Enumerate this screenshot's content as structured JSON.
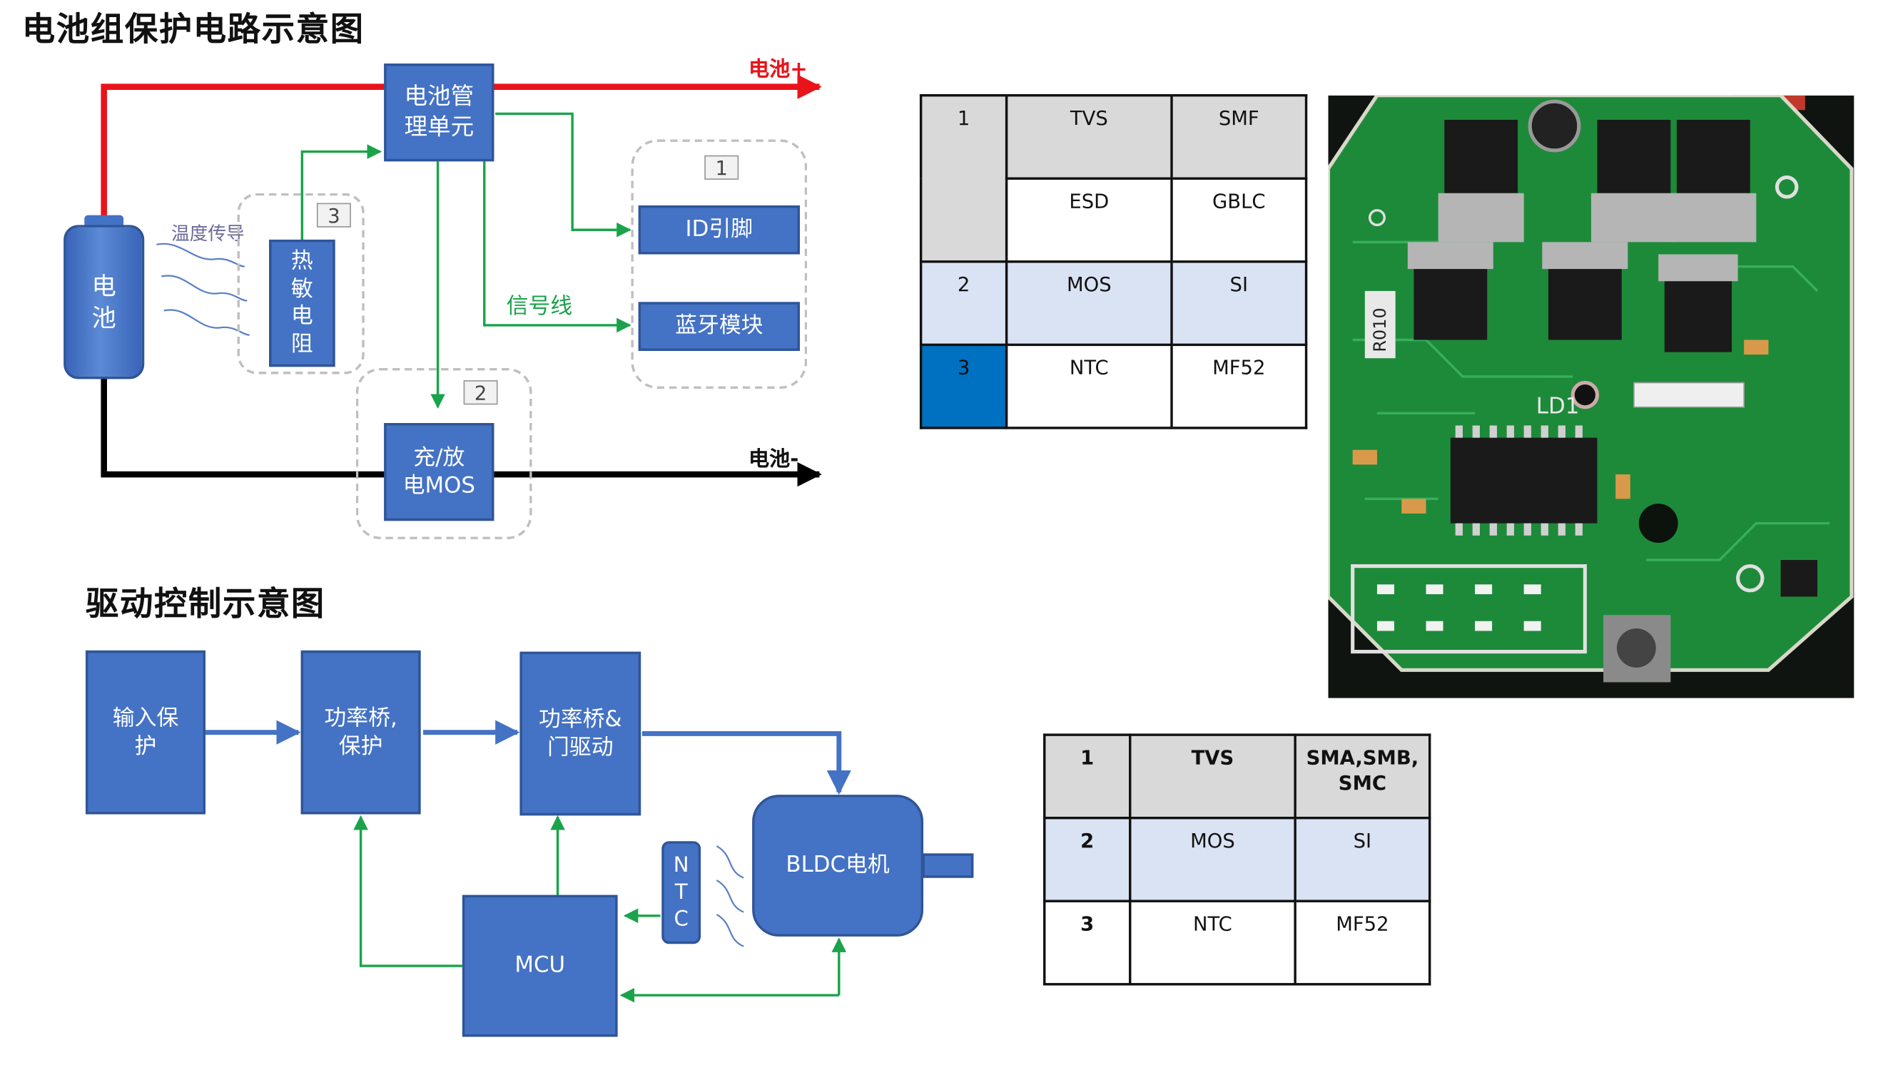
{
  "colors": {
    "block": "#4472c4",
    "block_border": "#2f5597",
    "red_line": "#e8141a",
    "green_line": "#1aa34a",
    "blue_line": "#4472c4",
    "table_header": "#d9d9d9",
    "table_light": "#dae3f3",
    "table_accent": "#0070c0",
    "pcb": "#1d8a3a"
  },
  "battery_diagram": {
    "title": "电池组保护电路示意图",
    "battery": "电\n池",
    "bms": "电池管\n理单元",
    "thermistor": "热\n敏\n电\n阻",
    "temp_label": "温度传导",
    "signal_label": "信号线",
    "id_pin": "ID引脚",
    "bluetooth": "蓝牙模块",
    "mos": "充/放\n电MOS",
    "plus_label": "电池+",
    "minus_label": "电池-",
    "group_numbers": [
      "1",
      "2",
      "3"
    ]
  },
  "drive_diagram": {
    "title": "驱动控制示意图",
    "input_protect": "输入保\n护",
    "power_bridge_protect": "功率桥,\n保护",
    "power_bridge_gate": "功率桥&\n门驱动",
    "motor": "BLDC电机",
    "ntc": "N\nT\nC",
    "mcu": "MCU"
  },
  "table_top": {
    "rows": [
      {
        "no": "1",
        "cells": [
          [
            "TVS",
            "SMF"
          ],
          [
            "ESD",
            "GBLC"
          ]
        ]
      },
      {
        "no": "2",
        "cells": [
          [
            "MOS",
            "SI"
          ]
        ]
      },
      {
        "no": "3",
        "cells": [
          [
            "NTC",
            "MF52"
          ]
        ]
      }
    ]
  },
  "table_bottom": {
    "rows": [
      {
        "no": "1",
        "cells": [
          [
            "TVS",
            "SMA,SMB,\nSMC"
          ]
        ]
      },
      {
        "no": "2",
        "cells": [
          [
            "MOS",
            "SI"
          ]
        ]
      },
      {
        "no": "3",
        "cells": [
          [
            "NTC",
            "MF52"
          ]
        ]
      }
    ]
  },
  "photo": {
    "board_markings": [
      "R010",
      "LD1"
    ]
  }
}
